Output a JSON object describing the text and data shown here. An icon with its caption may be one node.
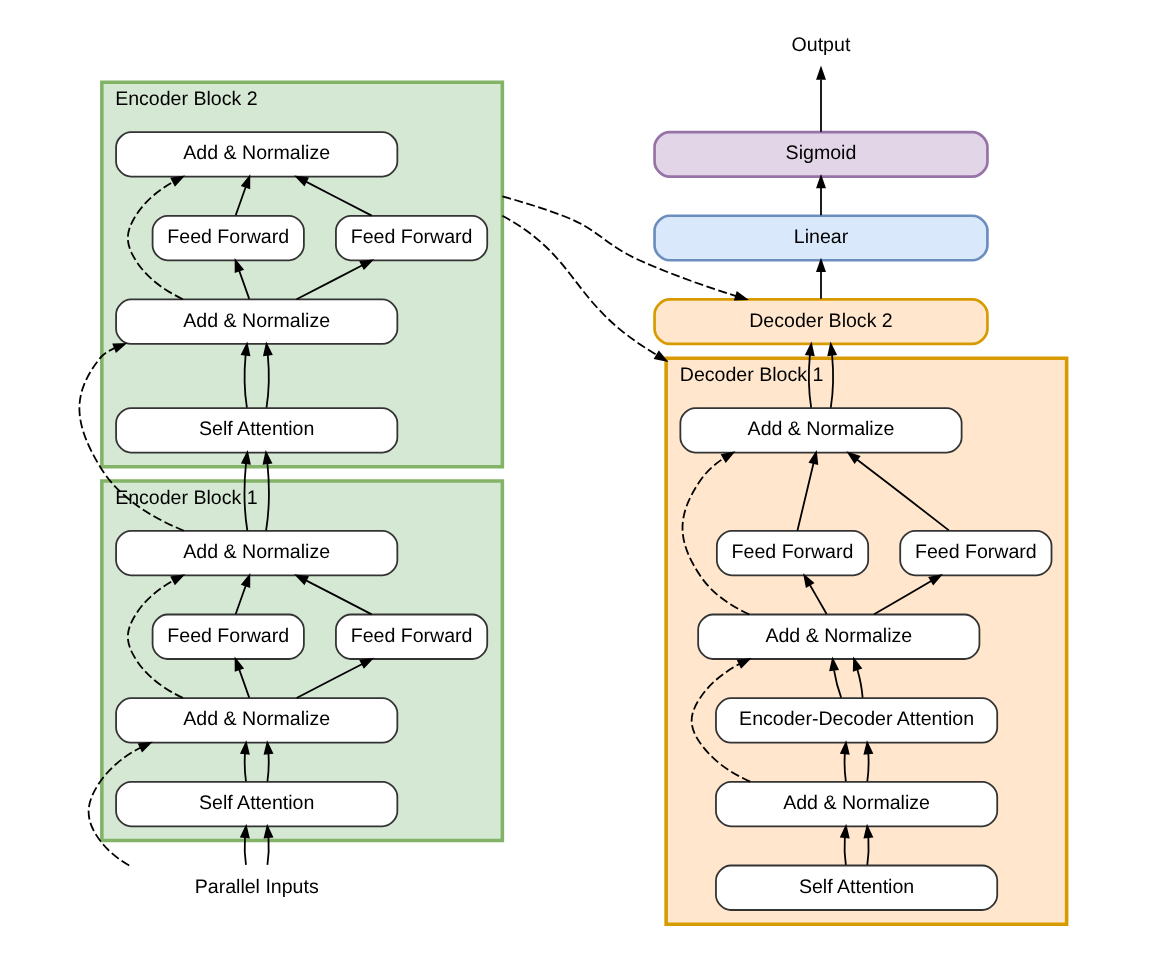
{
  "diagram": {
    "nodes": [
      {
        "text": [
          "Encoder Block 2"
        ]
      },
      {
        "text": [
          "Add & Normalize"
        ],
        "in": 0
      },
      {
        "text": [
          "Feed Forward"
        ],
        "in": 0
      },
      {
        "text": [
          "Feed Forward"
        ],
        "in": 0
      },
      {
        "text": [
          "Add & Normalize"
        ],
        "in": 0
      },
      {
        "text": [
          "Self Attention"
        ],
        "in": 0
      },
      {
        "text": [
          "Output"
        ]
      },
      {
        "text": [
          "Sigmoid"
        ]
      },
      {
        "text": [
          "Linear"
        ]
      },
      {
        "text": [
          "Decoder Block 2"
        ]
      },
      {
        "text": [
          "Encoder Block 1"
        ]
      },
      {
        "text": [
          "Add & Normalize"
        ],
        "in": 10
      },
      {
        "text": [
          "Feed Forward"
        ],
        "in": 10
      },
      {
        "text": [
          "Feed Forward"
        ],
        "in": 10
      },
      {
        "text": [
          "Add & Normalize"
        ],
        "in": 10
      },
      {
        "text": [
          "Self Attention"
        ],
        "in": 10
      },
      {
        "text": [
          "Decoder Block 1"
        ]
      },
      {
        "text": [
          "Add & Normalize"
        ],
        "in": 16
      },
      {
        "text": [
          "Feed Forward"
        ],
        "in": 16
      },
      {
        "text": [
          "Feed Forward"
        ],
        "in": 16
      },
      {
        "text": [
          "Add & Normalize"
        ],
        "in": 16
      },
      {
        "text": [
          "Encoder-Decoder Attention"
        ],
        "in": 16
      },
      {
        "text": [
          "Add & Normalize"
        ],
        "in": 16
      },
      {
        "text": [
          "Self Attention"
        ],
        "in": 16
      },
      {
        "text": [
          "Parallel Inputs"
        ]
      }
    ],
    "edges": [
      {
        "from": 24,
        "to": 15,
        "arrow": "to"
      },
      {
        "from": 24,
        "to": 15,
        "arrow": "to"
      },
      {
        "from": 24,
        "to": 14,
        "arrow": "to",
        "style": "dashed"
      },
      {
        "from": 15,
        "to": 14,
        "arrow": "to"
      },
      {
        "from": 15,
        "to": 14,
        "arrow": "to"
      },
      {
        "from": 14,
        "to": 12,
        "arrow": "to"
      },
      {
        "from": 14,
        "to": 13,
        "arrow": "to"
      },
      {
        "from": 14,
        "to": 11,
        "arrow": "to",
        "style": "dashed"
      },
      {
        "from": 12,
        "to": 11,
        "arrow": "to"
      },
      {
        "from": 13,
        "to": 11,
        "arrow": "to"
      },
      {
        "from": 11,
        "to": 5,
        "arrow": "to"
      },
      {
        "from": 11,
        "to": 5,
        "arrow": "to"
      },
      {
        "from": 11,
        "to": 4,
        "arrow": "to",
        "style": "dashed"
      },
      {
        "from": 5,
        "to": 4,
        "arrow": "to"
      },
      {
        "from": 5,
        "to": 4,
        "arrow": "to"
      },
      {
        "from": 4,
        "to": 2,
        "arrow": "to"
      },
      {
        "from": 4,
        "to": 3,
        "arrow": "to"
      },
      {
        "from": 4,
        "to": 1,
        "arrow": "to",
        "style": "dashed"
      },
      {
        "from": 2,
        "to": 1,
        "arrow": "to"
      },
      {
        "from": 3,
        "to": 1,
        "arrow": "to"
      },
      {
        "from": 0,
        "to": 9,
        "arrow": "to",
        "style": "dashed"
      },
      {
        "from": 0,
        "to": 16,
        "arrow": "to",
        "style": "dashed"
      },
      {
        "from": 23,
        "to": 22,
        "arrow": "to"
      },
      {
        "from": 23,
        "to": 22,
        "arrow": "to"
      },
      {
        "from": 22,
        "to": 21,
        "arrow": "to"
      },
      {
        "from": 22,
        "to": 21,
        "arrow": "to"
      },
      {
        "from": 22,
        "to": 20,
        "arrow": "to",
        "style": "dashed"
      },
      {
        "from": 21,
        "to": 20,
        "arrow": "to"
      },
      {
        "from": 21,
        "to": 20,
        "arrow": "to"
      },
      {
        "from": 20,
        "to": 18,
        "arrow": "to"
      },
      {
        "from": 20,
        "to": 19,
        "arrow": "to"
      },
      {
        "from": 20,
        "to": 17,
        "arrow": "to",
        "style": "dashed"
      },
      {
        "from": 18,
        "to": 17,
        "arrow": "to"
      },
      {
        "from": 19,
        "to": 17,
        "arrow": "to"
      },
      {
        "from": 17,
        "to": 9,
        "arrow": "to"
      },
      {
        "from": 17,
        "to": 9,
        "arrow": "to"
      },
      {
        "from": 9,
        "to": 8,
        "arrow": "to"
      },
      {
        "from": 8,
        "to": 7,
        "arrow": "to"
      },
      {
        "from": 7,
        "to": 6,
        "arrow": "to"
      }
    ]
  }
}
